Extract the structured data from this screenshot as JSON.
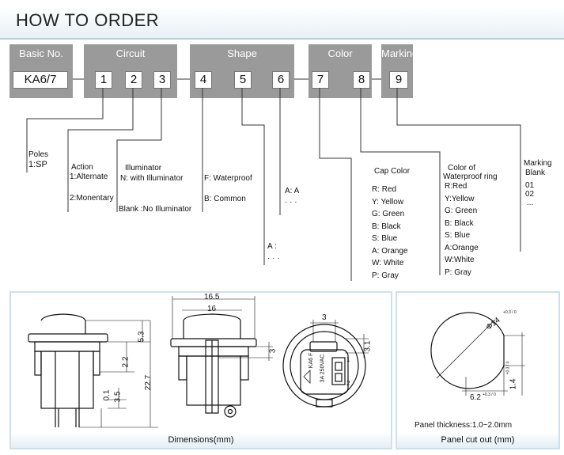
{
  "title": "HOW TO ORDER",
  "headers": {
    "basic_no": "Basic No.",
    "circuit": "Circuit",
    "shape": "Shape",
    "color": "Color",
    "marking": "Marking"
  },
  "basic_value": "KA6/7",
  "digits": [
    "1",
    "2",
    "3",
    "4",
    "5",
    "6",
    "7",
    "8",
    "9"
  ],
  "poles": {
    "title": "Poles",
    "item": "1:SP"
  },
  "action": {
    "title": "Action",
    "items": [
      "1:Alternate",
      "2:Monentary"
    ]
  },
  "illuminator": {
    "title": "Illuminator",
    "with": "N: with Illuminator",
    "blank": "Blank :No Illuminator"
  },
  "shape": {
    "waterproof": "F: Waterproof",
    "common": "B: Common"
  },
  "shape6": {
    "item": "A: A",
    "more": "· · ·"
  },
  "shape5": {
    "item": "A :",
    "more": "· · ·"
  },
  "cap_color": {
    "title": "Cap Color",
    "items": [
      "R:  Red",
      "Y:  Yellow",
      "G:  Green",
      "B:  Black",
      "S:  Blue",
      "A:  Orange",
      "W:  White",
      "P:  Gray"
    ]
  },
  "ring_color": {
    "title1": "Color of",
    "title2": "Waterproof ring",
    "items": [
      "R:Red",
      "Y:Yellow",
      "G: Green",
      "B: Black",
      "S:  Blue",
      "A:Orange",
      "W:White",
      "P: Gray"
    ]
  },
  "marking": {
    "title1": "Marking",
    "title2": "Blank",
    "items": [
      "01",
      "02",
      "..."
    ]
  },
  "dimensions": {
    "caption": "Dimensions(mm)",
    "d16_5": "16.5",
    "d16": "16",
    "d5_3": "5.3",
    "d2_2": "2.2",
    "d22_7": "22.7",
    "d0_1": "0.1",
    "d3_5": "3.5",
    "d3a": "3",
    "d3b": "3",
    "d3_1": "3.1",
    "switch_text": [
      "KA6 F",
      "3A 250VAC"
    ],
    "term1": "1",
    "term2": "2"
  },
  "cutout": {
    "caption": "Panel cut out  (mm)",
    "thickness": "Panel thickness:1.0~2.0mm",
    "dia": "Φ14",
    "dia_tol": "+0.3 / 0",
    "width": "6.2",
    "width_tol": "+0.3 / 0",
    "height": "1.4",
    "height_tol": "+0.3 / 0"
  }
}
